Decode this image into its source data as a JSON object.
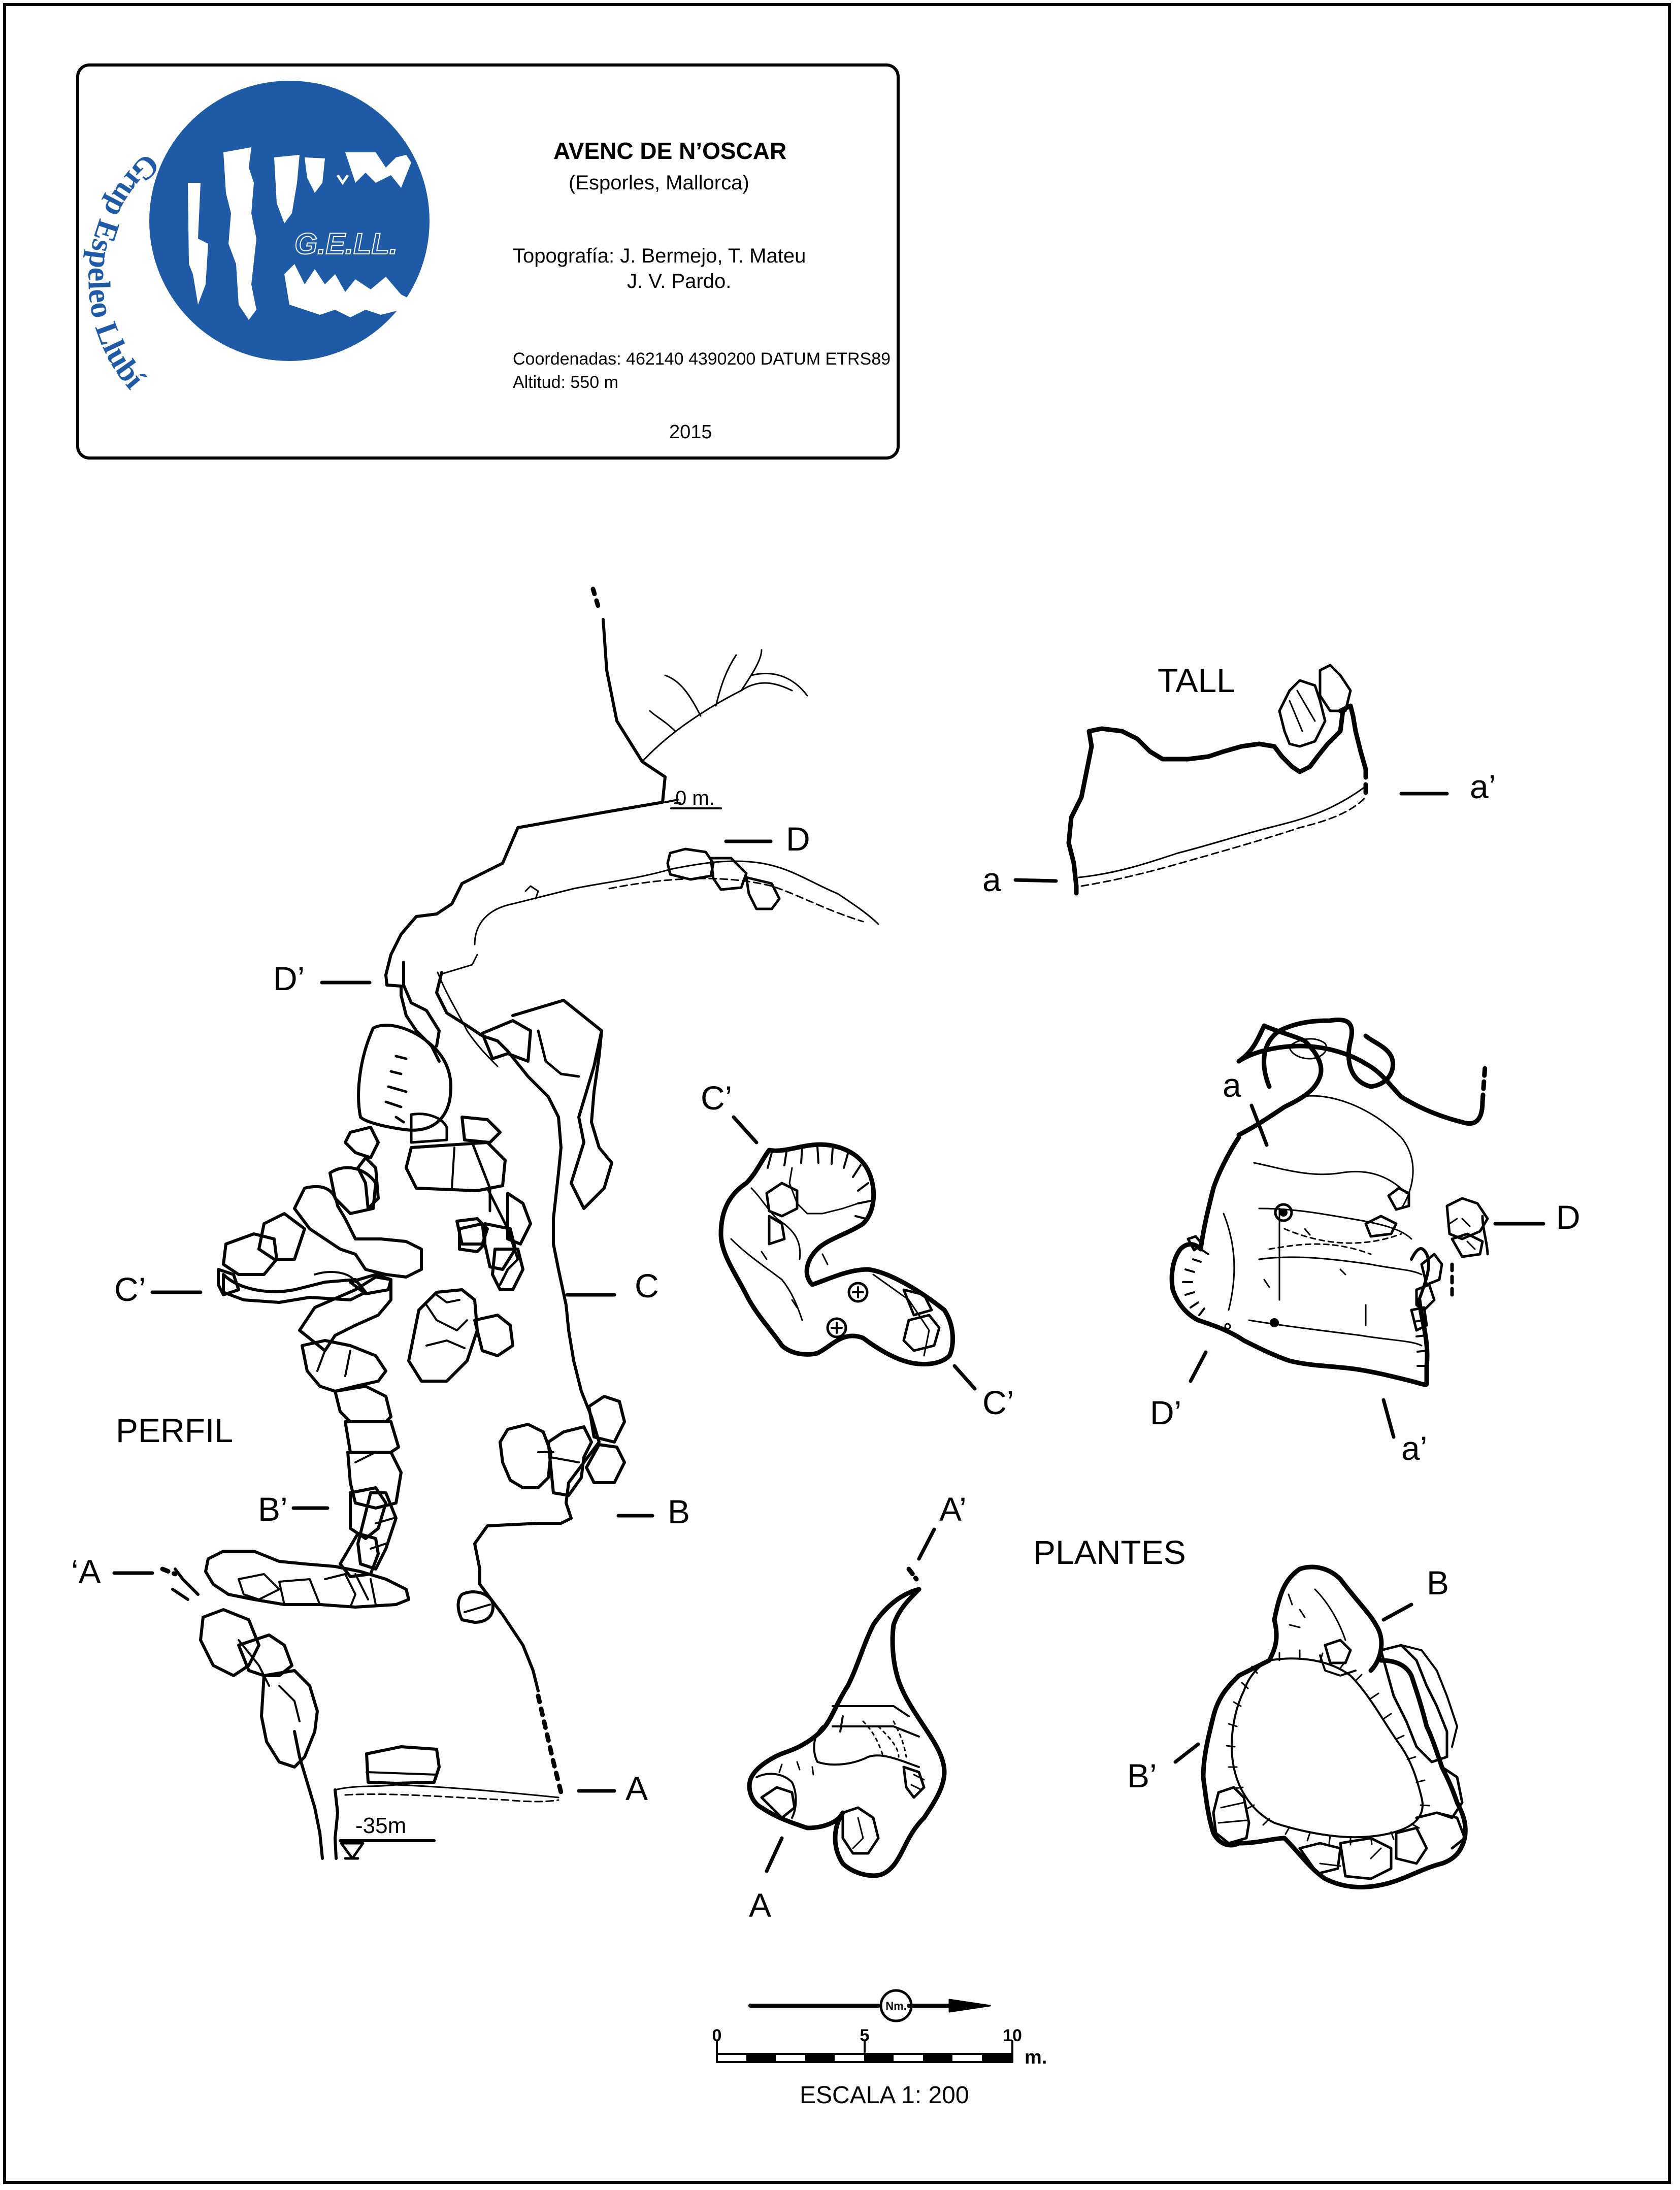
{
  "header": {
    "logo_brand": "G.E.LL.",
    "logo_arc_text": "Grup Espeleo Llubí",
    "title": "AVENC DE N’OSCAR",
    "location": "(Esporles, Mallorca)",
    "topography_line1": "Topografía: J. Bermejo, T. Mateu",
    "topography_line2": "J. V. Pardo.",
    "coordinates": "Coordenadas:  462140 4390200 DATUM ETRS89",
    "altitude": "Altitud:  550 m",
    "year": "2015"
  },
  "colors": {
    "logo_blue": "#1f5aa6",
    "ink": "#000000"
  },
  "sections": {
    "profile": "PERFIL",
    "cross_section": "TALL",
    "plans": "PLANTES"
  },
  "profile_labels": {
    "depth_top": "0 m.",
    "depth_bottom": "-35m",
    "D": "D",
    "D_prime": "D’",
    "C": "C",
    "C_prime": "C’",
    "B": "B",
    "B_prime": "B’",
    "A": "A",
    "A_prime": "‘A"
  },
  "tall_labels": {
    "a": "a",
    "a_prime": "a’"
  },
  "plan_labels": {
    "c_top": "C’",
    "c_bottom": "C’",
    "d_a": "a",
    "d_D": "D",
    "d_D_prime": "D’",
    "d_a_prime": "a’",
    "a_top": "A’",
    "a_bottom": "A",
    "b_top": "B",
    "b_left": "B’"
  },
  "scale": {
    "north_label": "Nm.",
    "tick_0": "0",
    "tick_5": "5",
    "tick_10": "10",
    "unit": "m.",
    "caption": "ESCALA 1: 200"
  }
}
